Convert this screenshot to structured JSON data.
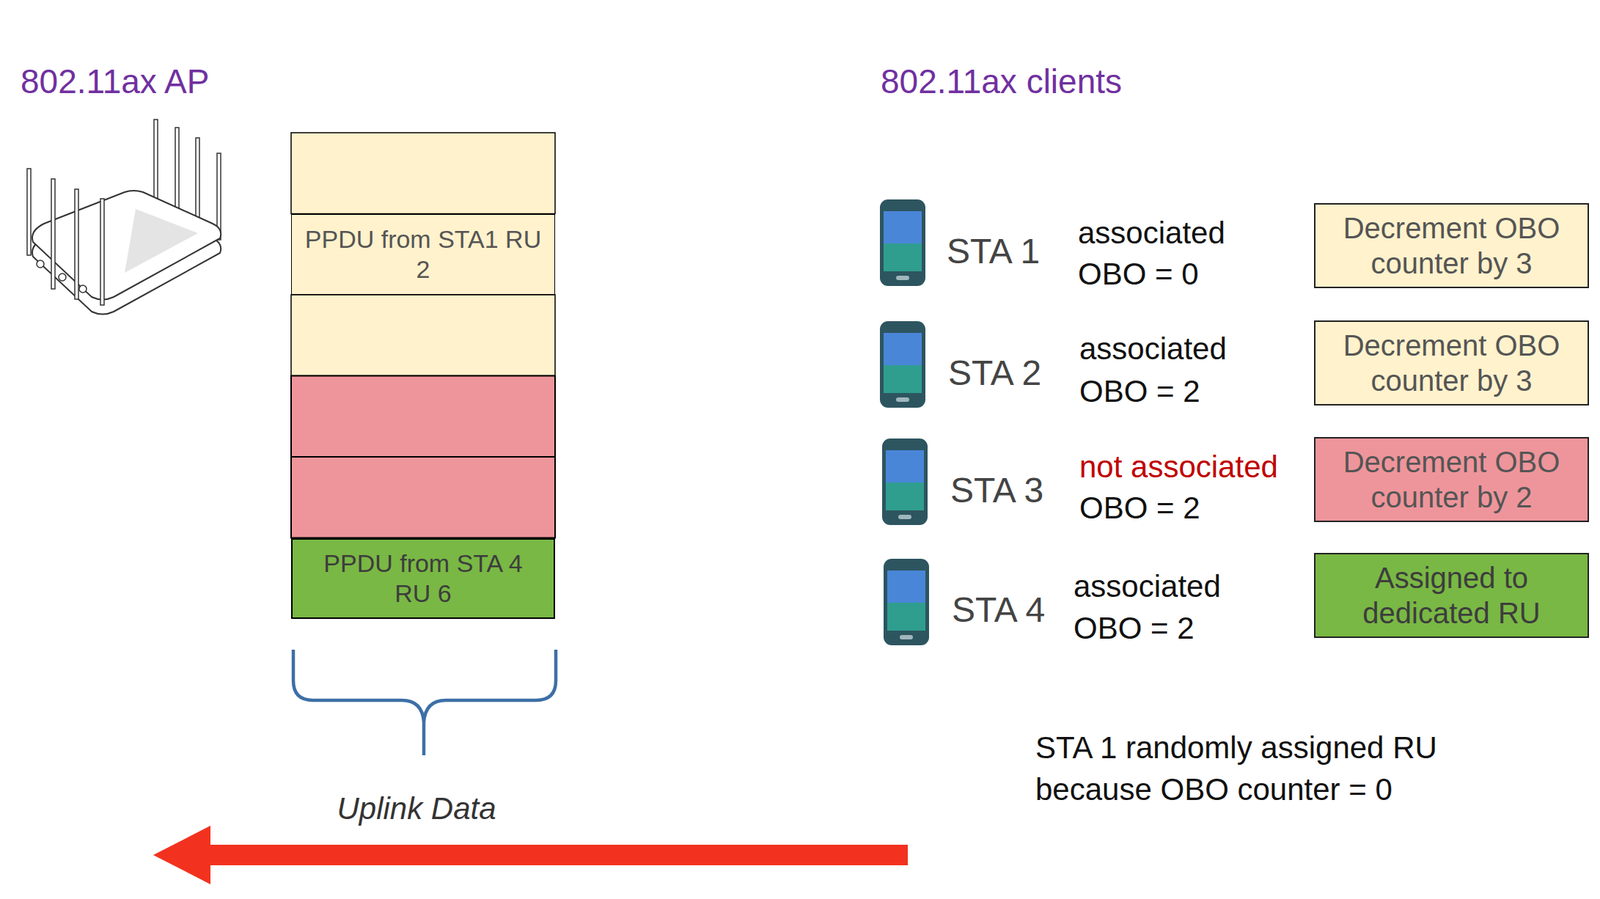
{
  "diagram": {
    "nodes": [
      {
        "text": [
          "PPDU from STA1 RU 2"
        ]
      },
      {
        "text": [
          "PPDU from STA 4 RU 6"
        ]
      },
      {
        "text": [
          "Decrement OBO counter by 3"
        ]
      },
      {
        "text": [
          "Decrement OBO counter by 3"
        ]
      },
      {
        "text": [
          "Decrement OBO counter by 2"
        ]
      },
      {
        "text": [
          "Assigned to dedicated RU"
        ]
      }
    ],
    "labels": [
      "802.11ax AP",
      "802.11ax clients",
      "STA 1",
      "associated",
      "OBO = 0",
      "STA 2",
      "associated",
      "OBO = 2",
      "STA 3",
      "not associated",
      "OBO = 2",
      "STA 4",
      "associated",
      "OBO = 2",
      "Uplink Data",
      "STA 1 randomly assigned RU because OBO counter = 0"
    ]
  }
}
